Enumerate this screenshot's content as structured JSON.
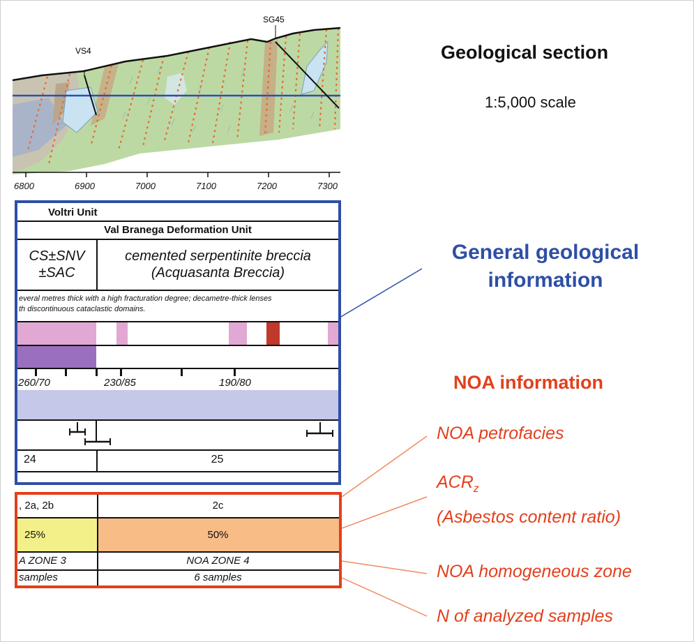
{
  "titles": {
    "section_title": "Geological section",
    "scale": "1:5,000 scale",
    "general_info_line1": "General geological",
    "general_info_line2": "information",
    "noa_info": "NOA information"
  },
  "section": {
    "borehole_labels": [
      "VS4",
      "SG45"
    ],
    "axis_ticks": [
      "6800",
      "6900",
      "7000",
      "7100",
      "7200",
      "7300"
    ]
  },
  "annotations": {
    "noa_petrofacies": "NOA petrofacies",
    "acr_main": "ACR",
    "acr_sub": "z",
    "acr_full": "(Asbestos content ratio)",
    "homogeneous_zone": "NOA homogeneous zone",
    "n_samples": "N of analyzed samples"
  },
  "blue_table": {
    "unit": "Voltri Unit",
    "deformation_unit": "Val Branega Deformation Unit",
    "left_lith_line1": "CS±SNV",
    "left_lith_line2": "±SAC",
    "right_lith_line1": "cemented serpentinite breccia",
    "right_lith_line2": "(Acquasanta Breccia)",
    "description_line1": "everal metres thick with a high fracturation degree; decametre-thick lenses",
    "description_line2": "th discontinuous cataclastic domains.",
    "orientations": [
      "260/70",
      "230/85",
      "190/80"
    ],
    "numbers": [
      "24",
      "25"
    ]
  },
  "red_table": {
    "petrofacies": [
      ", 2a, 2b",
      "2c"
    ],
    "acr_values": [
      "25%",
      "50%"
    ],
    "zones": [
      "A ZONE 3",
      "NOA ZONE 4"
    ],
    "samples": [
      "samples",
      "6 samples"
    ]
  },
  "colors": {
    "blue_frame": "#2e4fa6",
    "red_frame": "#e2401c",
    "pink": "#e0a8d2",
    "dark_red": "#c0392b",
    "purple": "#9a6fc0",
    "lavender": "#c5c8e8",
    "yellow": "#f3f08a",
    "orange": "#f8bc86",
    "section_green": "#bcd9a4"
  }
}
